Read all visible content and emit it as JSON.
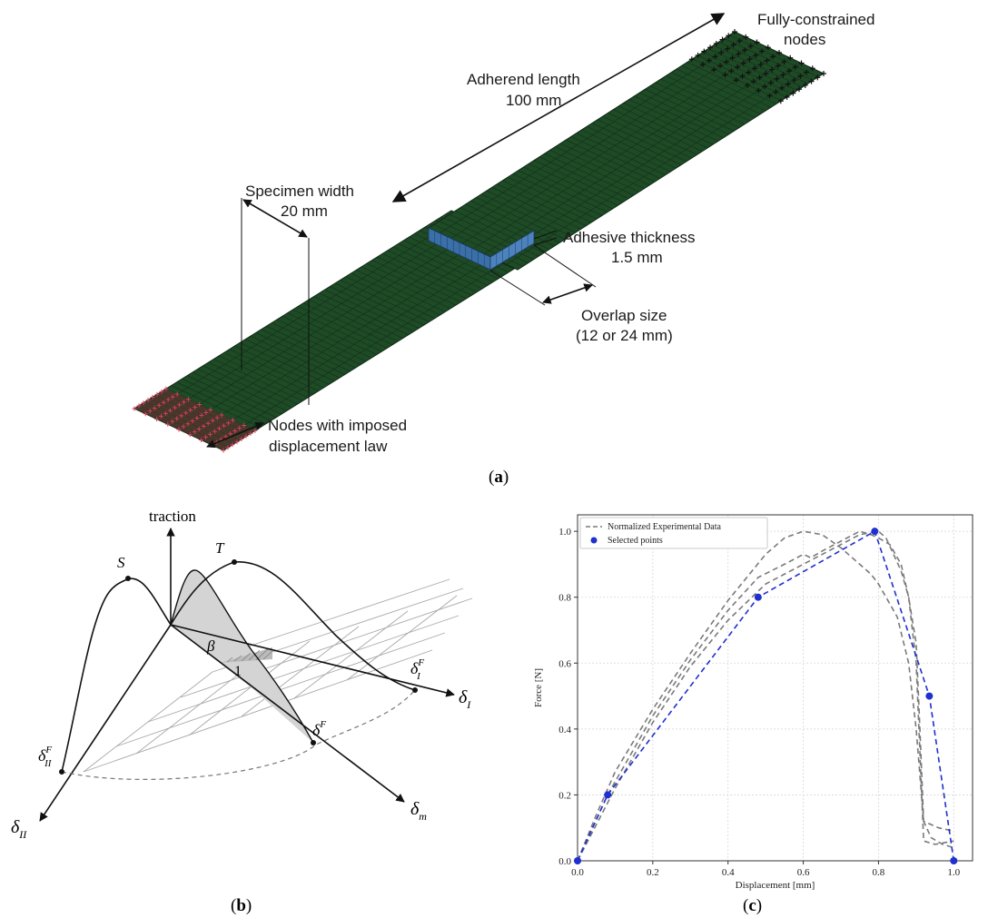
{
  "panel_a": {
    "caption_open": "(",
    "caption_letter": "a",
    "caption_close": ")",
    "labels": {
      "fully_line1": "Fully-constrained",
      "fully_line2": "nodes",
      "adherend_line1": "Adherend length",
      "adherend_line2": "100 mm",
      "width_line1": "Specimen width",
      "width_line2": "20 mm",
      "adhesive_line1": "Adhesive thickness",
      "adhesive_line2": "1.5 mm",
      "overlap_line1": "Overlap size",
      "overlap_line2": "(12 or 24 mm)",
      "nodes_line1": "Nodes with imposed",
      "nodes_line2": "displacement law"
    },
    "colors": {
      "mesh": "#1e4a26",
      "mesh_line": "#0f2a14",
      "adhesive": "#3a6fa8",
      "constrained": "#111111",
      "imposed": "#c0304a"
    }
  },
  "panel_b": {
    "caption_open": "(",
    "caption_letter": "b",
    "caption_close": ")",
    "labels": {
      "traction": "traction",
      "S": "S",
      "T": "T",
      "beta": "β",
      "one": "1",
      "dI_F": "δ",
      "dI_F_sup": "F",
      "dI_F_sub": "I",
      "dI": "δ",
      "dI_sub": "I",
      "dII_F": "δ",
      "dII_F_sup": "F",
      "dII_F_sub": "II",
      "dII": "δ",
      "dII_sub": "II",
      "dF": "δ",
      "dF_sup": "F",
      "dm": "δ",
      "dm_sub": "m"
    }
  },
  "panel_c": {
    "caption_open": "(",
    "caption_letter": "c",
    "caption_close": ")"
  },
  "chart_data": {
    "type": "line",
    "xlabel": "Displacement [mm]",
    "ylabel": "Force [N]",
    "xlim": [
      0,
      1.05
    ],
    "ylim": [
      0,
      1.05
    ],
    "xticks": [
      "0.0",
      "0.2",
      "0.4",
      "0.6",
      "0.8",
      "1.0"
    ],
    "yticks": [
      "0.0",
      "0.2",
      "0.4",
      "0.6",
      "0.8",
      "1.0"
    ],
    "grid": true,
    "legend_position": "top-left",
    "legend": [
      "Normalized Experimental Data",
      "Selected points"
    ],
    "colors": {
      "experimental": "#7a7a7a",
      "selected": "#1f2fd0"
    },
    "series": [
      {
        "name": "Normalized Experimental Data",
        "style": "dashed",
        "curves": [
          {
            "x": [
              0,
              0.05,
              0.1,
              0.2,
              0.3,
              0.4,
              0.45,
              0.5,
              0.55,
              0.6,
              0.65,
              0.7,
              0.75,
              0.78,
              0.8,
              0.82,
              0.85,
              0.88,
              0.9,
              0.92,
              0.94,
              0.97,
              1.0
            ],
            "y": [
              0,
              0.14,
              0.27,
              0.46,
              0.63,
              0.79,
              0.86,
              0.93,
              0.98,
              1.0,
              0.99,
              0.95,
              0.9,
              0.87,
              0.84,
              0.8,
              0.74,
              0.6,
              0.4,
              0.12,
              0.07,
              0.05,
              0.04
            ]
          },
          {
            "x": [
              0,
              0.08,
              0.2,
              0.3,
              0.4,
              0.48,
              0.55,
              0.6,
              0.62,
              0.65,
              0.7,
              0.75,
              0.78,
              0.8,
              0.83,
              0.86,
              0.88,
              0.9,
              0.91,
              0.92,
              0.96,
              1.0
            ],
            "y": [
              0,
              0.2,
              0.44,
              0.61,
              0.76,
              0.86,
              0.9,
              0.93,
              0.92,
              0.94,
              0.97,
              1.0,
              0.99,
              0.98,
              0.96,
              0.9,
              0.8,
              0.66,
              0.4,
              0.12,
              0.1,
              0.09
            ]
          },
          {
            "x": [
              0,
              0.1,
              0.2,
              0.3,
              0.4,
              0.5,
              0.6,
              0.7,
              0.75,
              0.8,
              0.82,
              0.86,
              0.88,
              0.9,
              0.92,
              0.95,
              1.0
            ],
            "y": [
              0,
              0.22,
              0.42,
              0.59,
              0.73,
              0.84,
              0.9,
              0.96,
              0.99,
              1.0,
              0.98,
              0.88,
              0.8,
              0.6,
              0.06,
              0.05,
              0.06
            ]
          }
        ]
      },
      {
        "name": "Selected points",
        "style": "markers+dashed",
        "x": [
          0,
          0.08,
          0.48,
          0.79,
          0.935,
          1.0
        ],
        "y": [
          0,
          0.2,
          0.8,
          1.0,
          0.5,
          0.0
        ]
      }
    ]
  }
}
